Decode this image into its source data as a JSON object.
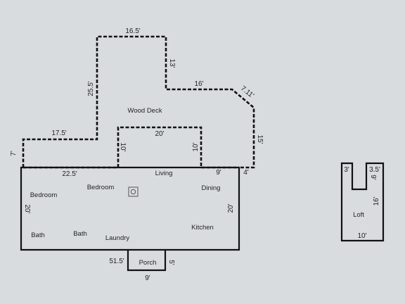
{
  "deck": {
    "name": "Wood Deck",
    "dims": {
      "top": "16.5'",
      "left_upper": "25.5'",
      "right_upper": "13'",
      "step_top": "16'",
      "diagonal": "7.11'",
      "right_lower": "15'",
      "left_step": "17.5'",
      "left_short": "7'",
      "notch_top": "20'",
      "notch_left": "10'",
      "notch_right": "10'",
      "bottom_left": "22.5'",
      "bottom_right": "9'",
      "bottom_corner": "4'"
    }
  },
  "house": {
    "rooms": {
      "living": "Living",
      "bedroom1": "Bedroom",
      "bedroom2": "Bedroom",
      "dining": "Dining",
      "kitchen": "Kitchen",
      "bath1": "Bath",
      "bath2": "Bath",
      "laundry": "Laundry"
    },
    "dims": {
      "left": "20'",
      "right": "20'",
      "bottom": "51.5'"
    }
  },
  "porch": {
    "name": "Porch",
    "dims": {
      "width": "9'",
      "depth": "5'"
    }
  },
  "loft": {
    "name": "Loft",
    "dims": {
      "left_top": "3'",
      "right_top": "3.5'",
      "notch_depth": "9'",
      "side": "16'",
      "bottom": "10'"
    }
  }
}
